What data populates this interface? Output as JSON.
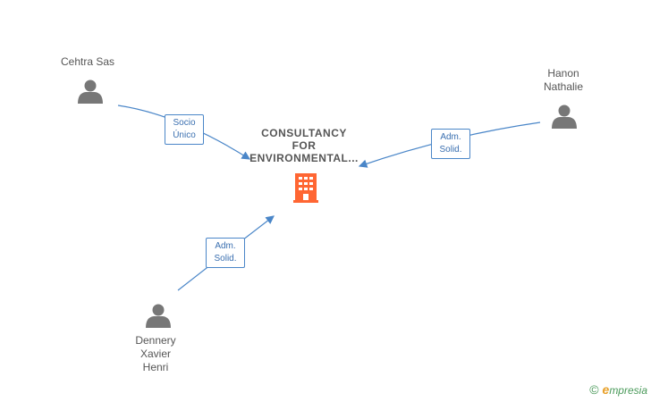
{
  "company": {
    "name": "CONSULTANCY\nFOR\nENVIRONMENTAL...",
    "icon": "building-icon",
    "color": "#ff6633"
  },
  "people": [
    {
      "id": "cehtra",
      "name": "Cehtra Sas",
      "icon": "person-icon"
    },
    {
      "id": "hanon",
      "name": "Hanon\nNathalie",
      "icon": "person-icon"
    },
    {
      "id": "dennery",
      "name": "Dennery\nXavier\nHenri",
      "icon": "person-icon"
    }
  ],
  "relations": [
    {
      "from": "cehtra",
      "label": "Socio\nÚnico"
    },
    {
      "from": "hanon",
      "label": "Adm.\nSolid."
    },
    {
      "from": "dennery",
      "label": "Adm.\nSolid."
    }
  ],
  "colors": {
    "edge": "#4a86c8",
    "person": "#777777"
  },
  "brand": {
    "copyright": "©",
    "name": "mpresia",
    "initial": "e"
  }
}
